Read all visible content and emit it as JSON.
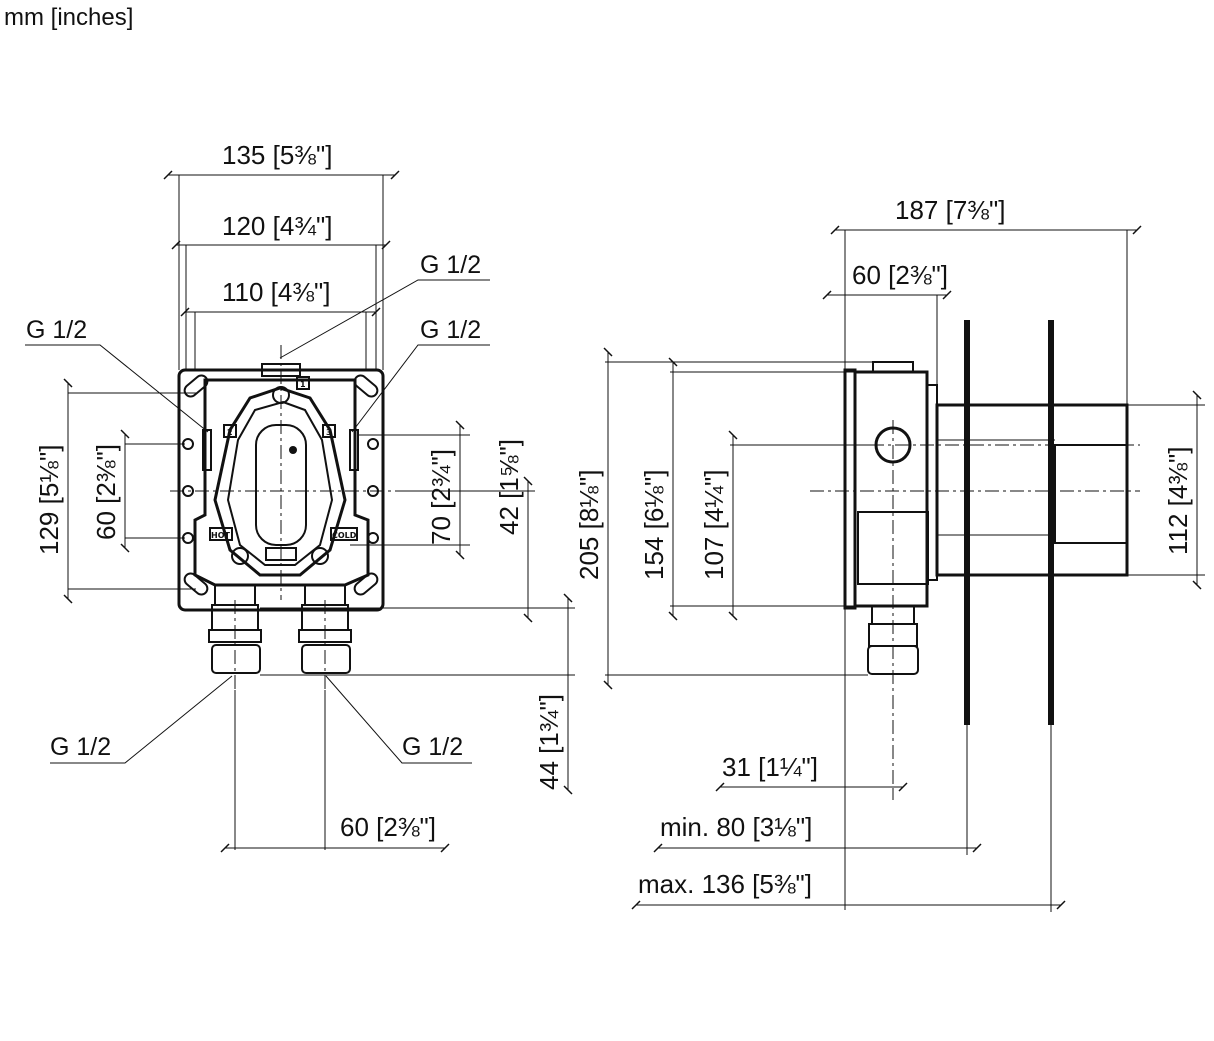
{
  "units_label": "mm [inches]",
  "front_view": {
    "dim_135": "135 [5⅜\"]",
    "dim_120": "120 [4¾\"]",
    "dim_110": "110 [4⅜\"]",
    "dim_129": "129 [5⅛\"]",
    "dim_60_left": "60 [2⅜\"]",
    "dim_70": "70 [2¾\"]",
    "dim_42": "42 [1⅝\"]",
    "dim_44": "44 [1¾\"]",
    "dim_60_bottom": "60 [2⅜\"]",
    "thread_top": "G 1/2",
    "thread_upper_left": "G 1/2",
    "thread_upper_right": "G 1/2",
    "thread_lower_left": "G 1/2",
    "thread_lower_right": "G 1/2",
    "port_label_1": "1",
    "port_label_2": "2",
    "port_label_3": "3",
    "hot_label": "HOT",
    "cold_label": "COLD"
  },
  "side_view": {
    "dim_187": "187 [7⅜\"]",
    "dim_60": "60 [2⅜\"]",
    "dim_205": "205 [8⅛\"]",
    "dim_154": "154 [6⅛\"]",
    "dim_107": "107 [4¼\"]",
    "dim_112": "112 [4⅜\"]",
    "dim_31": "31 [1¼\"]",
    "dim_min80": "min. 80 [3⅛\"]",
    "dim_max136": "max. 136 [5⅜\"]"
  }
}
